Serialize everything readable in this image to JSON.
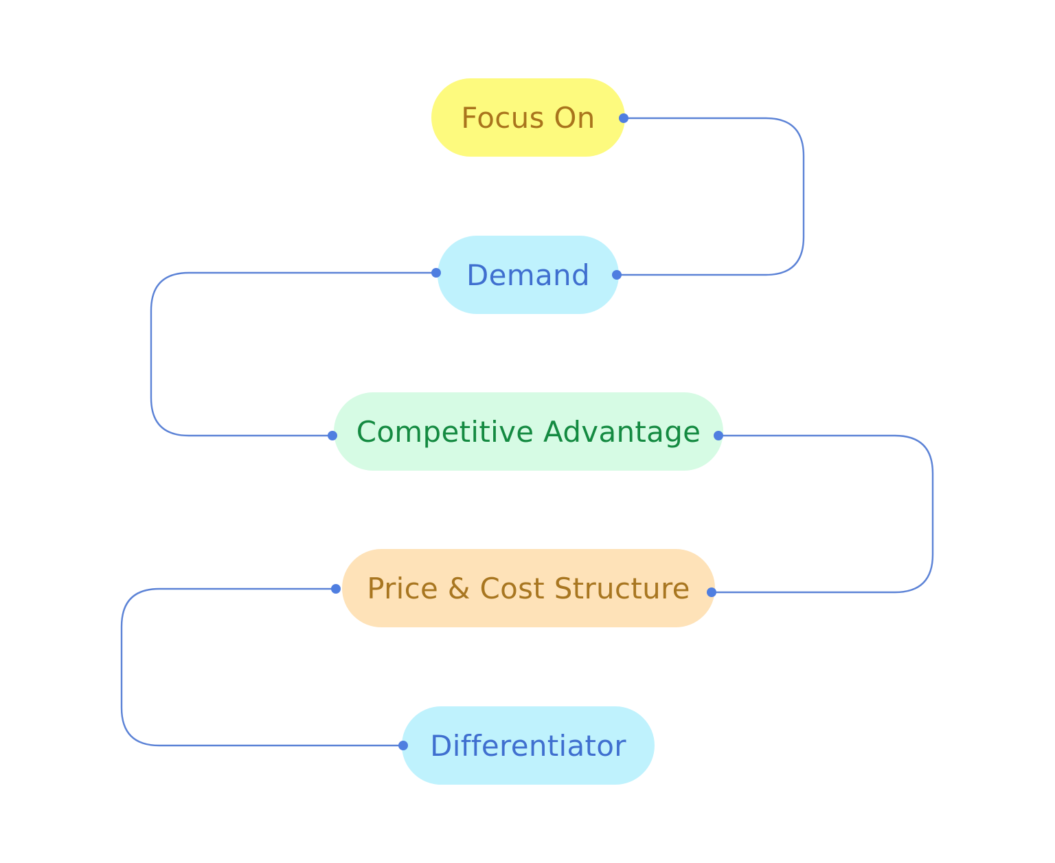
{
  "colors": {
    "connector": "#5b82d6",
    "dot": "#4f7ee0"
  },
  "nodes": {
    "focus_on": {
      "label": "Focus On",
      "fill": "#fdfa7e",
      "text": "#a9741c"
    },
    "demand": {
      "label": "Demand",
      "fill": "#bff2fd",
      "text": "#3f6fcf"
    },
    "competitive_advantage": {
      "label": "Competitive Advantage",
      "fill": "#d6fbe4",
      "text": "#148a41"
    },
    "price_cost_structure": {
      "label": "Price & Cost Structure",
      "fill": "#fee2b8",
      "text": "#a87620"
    },
    "differentiator": {
      "label": "Differentiator",
      "fill": "#bff2fd",
      "text": "#3f6fcf"
    }
  },
  "edges": [
    {
      "from": "focus_on",
      "to": "demand"
    },
    {
      "from": "demand",
      "to": "competitive_advantage"
    },
    {
      "from": "competitive_advantage",
      "to": "price_cost_structure"
    },
    {
      "from": "price_cost_structure",
      "to": "differentiator"
    }
  ]
}
